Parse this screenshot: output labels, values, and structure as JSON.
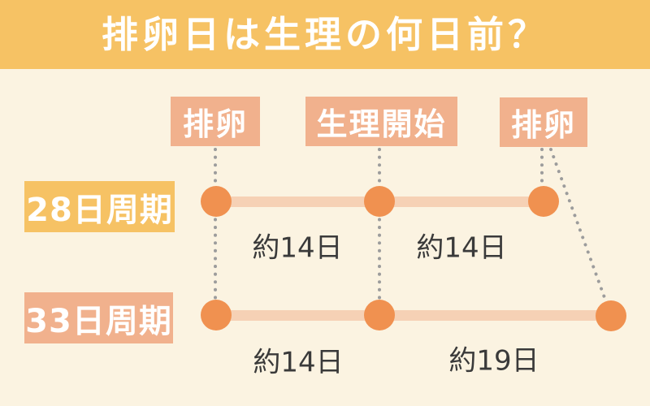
{
  "title": "排卵日は生理の何日前？",
  "colors": {
    "banner": "#F6C264",
    "bg": "#FBF3E1",
    "peach-box": "#F1B18D",
    "amber-box": "#F6C264",
    "dot": "#F09150",
    "track": "#F6D1B5",
    "dotted": "#9C9C9C",
    "text-dark": "#3A3A3A",
    "text-white": "#FFFFFF"
  },
  "markers": [
    {
      "id": "ovulation-left",
      "label": "排卵"
    },
    {
      "id": "period-start",
      "label": "生理開始"
    },
    {
      "id": "ovulation-right",
      "label": "排卵"
    }
  ],
  "rows": [
    {
      "id": "cycle-28",
      "label": "28日周期",
      "intervals": [
        "約14日",
        "約14日"
      ]
    },
    {
      "id": "cycle-33",
      "label": "33日周期",
      "intervals": [
        "約14日",
        "約19日"
      ]
    }
  ]
}
